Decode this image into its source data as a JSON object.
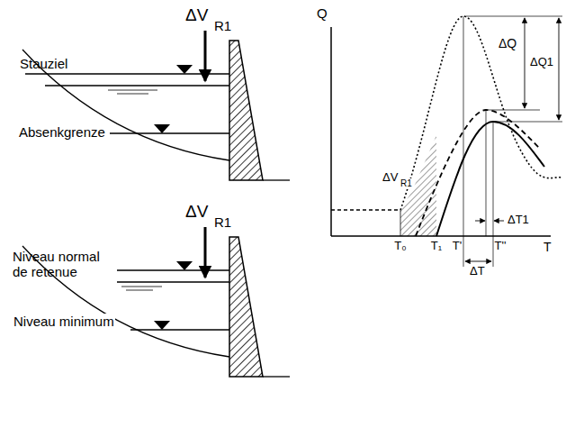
{
  "diagram": {
    "labels": [
      "ΔV",
      "R1",
      "Stauziel",
      "Absenkgrenze",
      "ΔV",
      "R1",
      "Niveau normal de retenue",
      "Niveau minimum",
      "Q",
      "ΔQ",
      "ΔQ1",
      "ΔV",
      "R1",
      "T₀",
      "T₁",
      "T'",
      "T''",
      "T",
      "ΔT1",
      "ΔT"
    ]
  }
}
